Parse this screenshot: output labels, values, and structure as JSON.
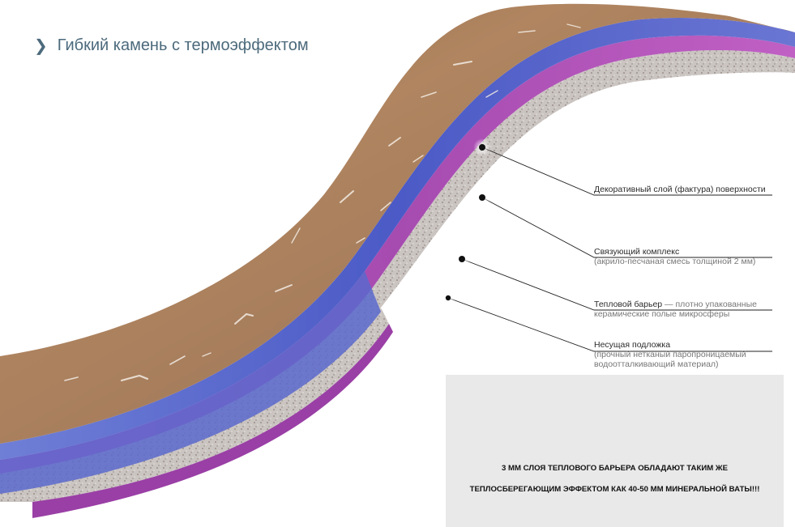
{
  "header": {
    "title": "Гибкий камень с термоэффектом"
  },
  "colors": {
    "decorative": "#a97e5a",
    "binder": "#5160c8",
    "thermal": "#b455b6",
    "substrate": "#cfc9c6",
    "header_text": "#4c6a7c"
  },
  "icons": {
    "header_chevron": "chevron-right-icon"
  },
  "layers": [
    {
      "title": "Декоративный слой (фактура) поверхности",
      "subtitle": ""
    },
    {
      "title": "Связующий комплекс",
      "subtitle": "(акрило-песчаная смесь толщиной 2 мм)"
    },
    {
      "title": "Тепловой барьер",
      "subtitle_inline": "— плотно упакованные",
      "subtitle": "керамические полые микросферы"
    },
    {
      "title": "Несущая подложка",
      "subtitle": "(прочный нетканый паропроницаемый",
      "subtitle2": "водоотталкивающий материал)"
    }
  ],
  "note": {
    "line1": "3 ММ СЛОЯ ТЕПЛОВОГО БАРЬЕРА ОБЛАДАЮТ ТАКИМ ЖЕ",
    "line2": "ТЕПЛОСБЕРЕГАЮЩИМ ЭФФЕКТОМ КАК 40-50 ММ МИНЕРАЛЬНОЙ ВАТЫ!!!"
  }
}
